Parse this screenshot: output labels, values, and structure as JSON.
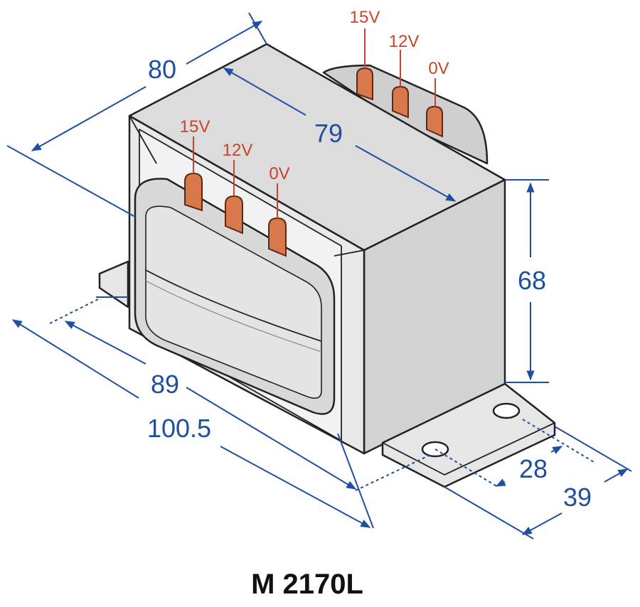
{
  "dimensions": {
    "top_length_outer": "80",
    "top_length_inner": "79",
    "height": "68",
    "base_length_inner": "89",
    "base_length_outer": "100.5",
    "foot_hole_spacing": "28",
    "foot_width": "39"
  },
  "terminals": {
    "front": [
      "15V",
      "12V",
      "0V"
    ],
    "rear": [
      "15V",
      "12V",
      "0V"
    ]
  },
  "model": "M 2170L",
  "colors": {
    "dimension": "#1f4fa0",
    "voltage_label": "#c8442a",
    "terminal": "#d9784a",
    "outline": "#222222"
  }
}
